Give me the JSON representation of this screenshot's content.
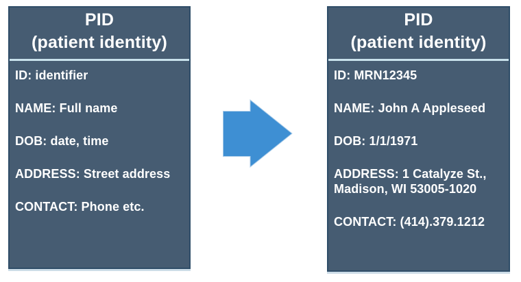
{
  "colors": {
    "card_bg": "#465C72",
    "card_border": "#2F4D68",
    "divider": "#C9E2EC",
    "arrow_fill": "#3E8FD3",
    "arrow_stroke": "#A9CBE8",
    "text": "#FFFFFF"
  },
  "cards": [
    {
      "title": "PID",
      "subtitle": "(patient identity)",
      "fields": [
        "ID: identifier",
        "NAME: Full name",
        "DOB: date, time",
        "ADDRESS: Street address",
        "CONTACT: Phone etc."
      ]
    },
    {
      "title": "PID",
      "subtitle": "(patient identity)",
      "fields": [
        "ID: MRN12345",
        "NAME: John A Appleseed",
        "DOB: 1/1/1971",
        "ADDRESS: 1 Catalyze St., Madison, WI 53005-1020",
        "CONTACT: (414).379.1212"
      ]
    }
  ]
}
